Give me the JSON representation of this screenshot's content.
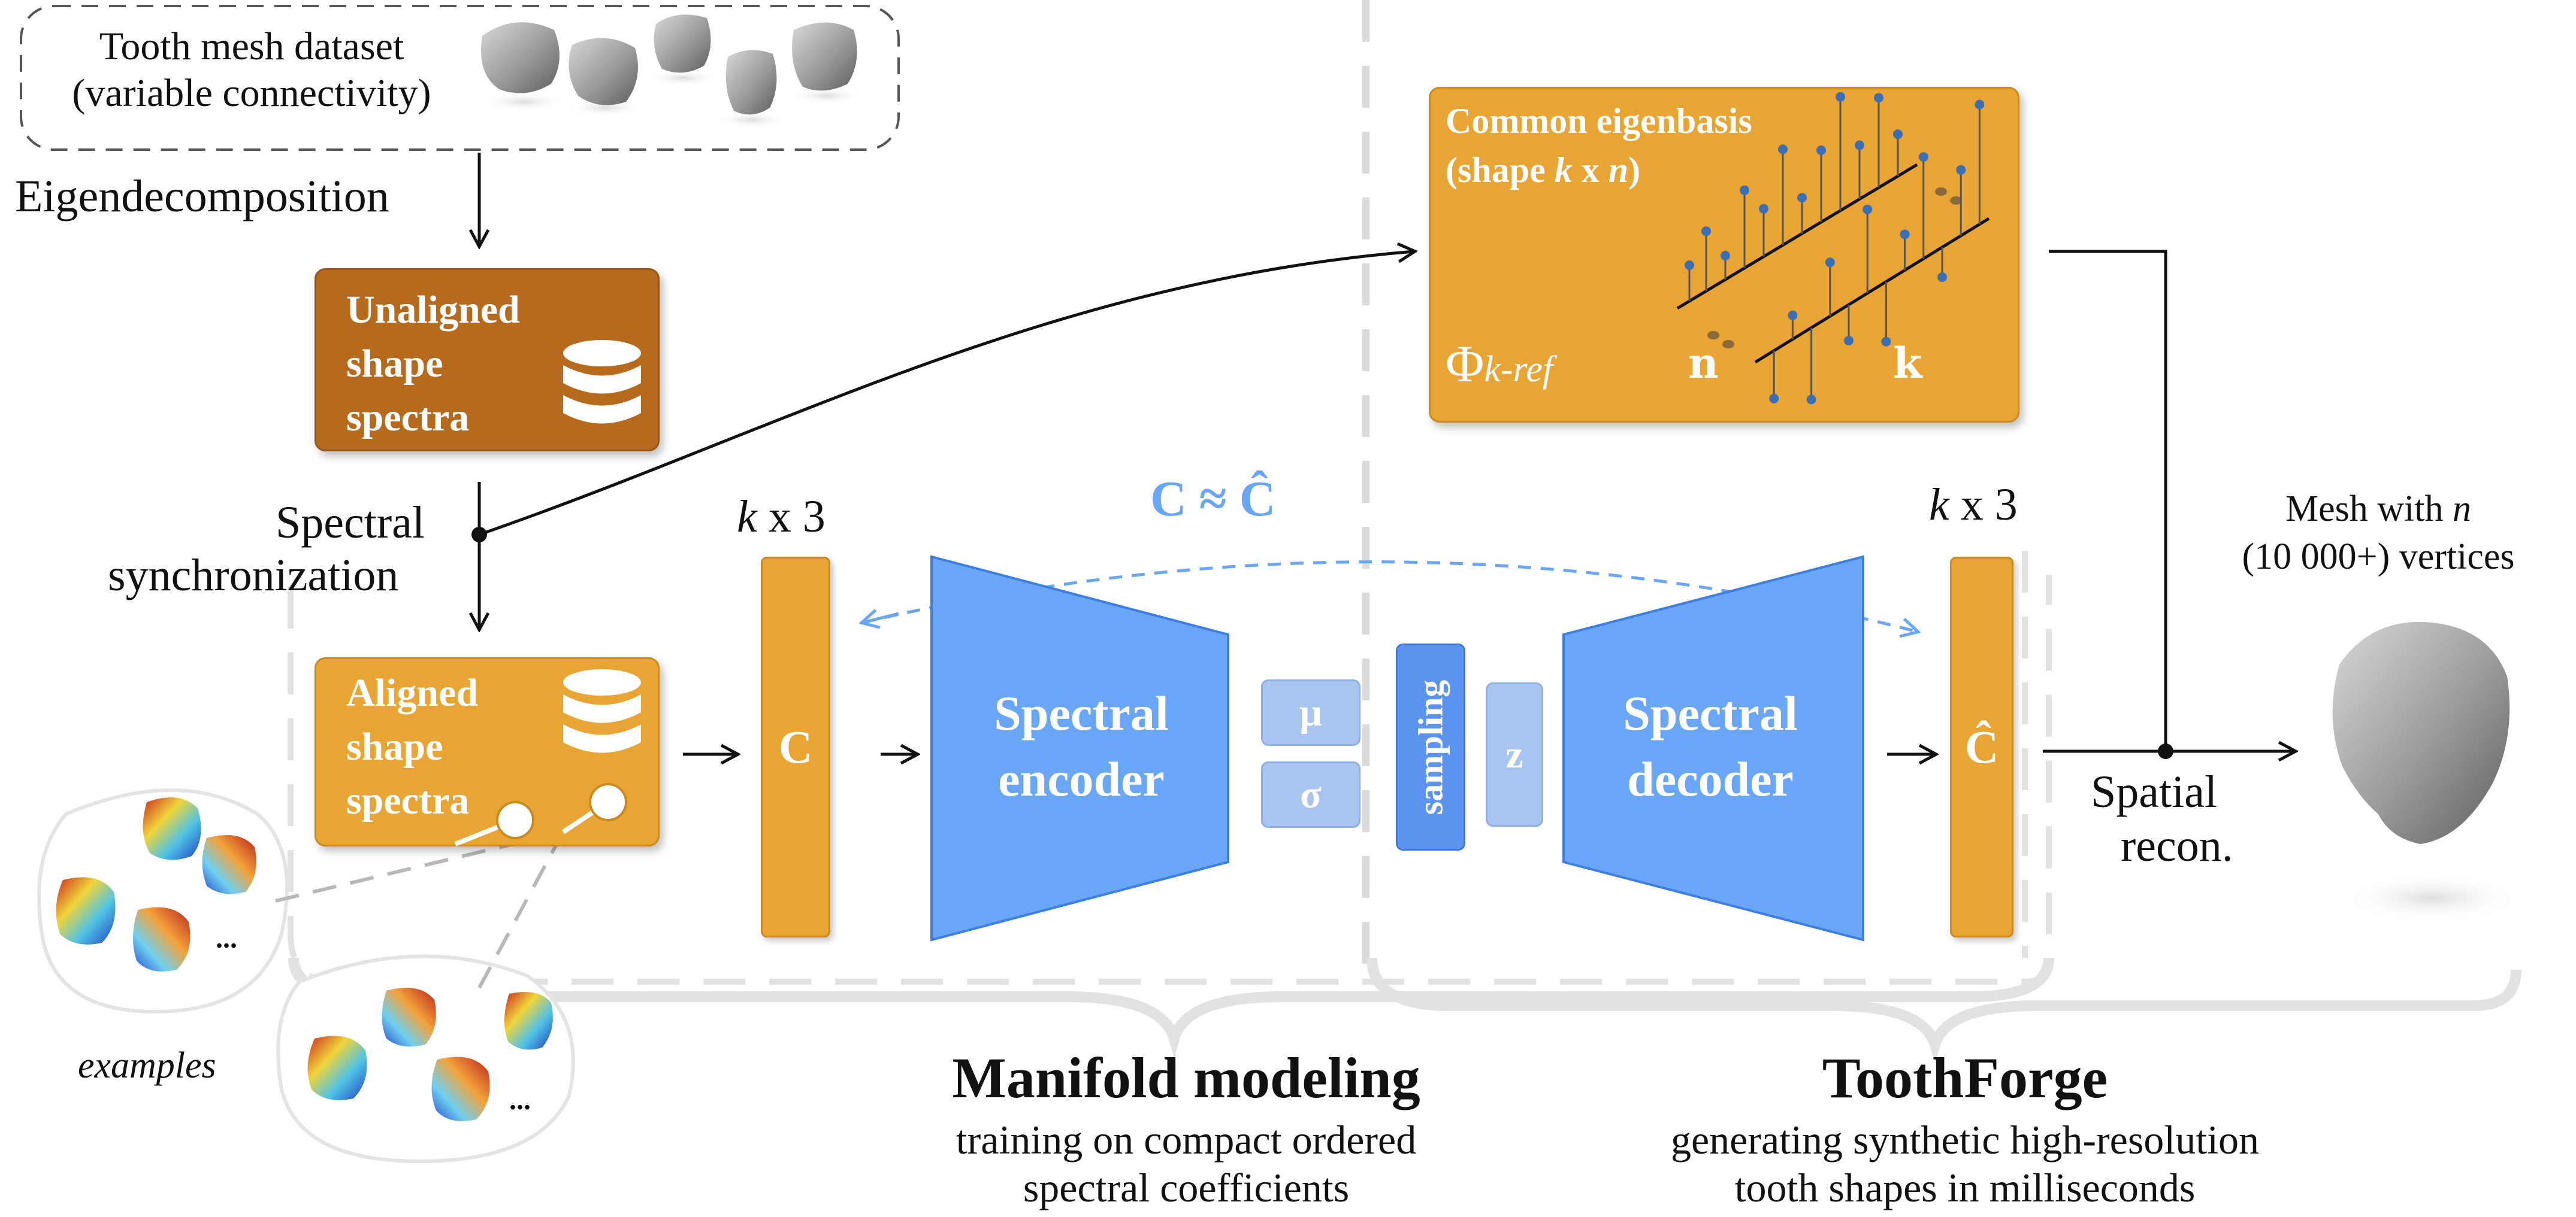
{
  "dataset": {
    "line1": "Tooth mesh dataset",
    "line2": "(variable connectivity)"
  },
  "steps": {
    "eigendecomposition": "Eigendecomposition",
    "spectral_sync_line1": "Spectral",
    "spectral_sync_line2": "synchronization",
    "spatial_recon_line1": "Spatial",
    "spatial_recon_line2": "recon."
  },
  "unaligned": {
    "line1": "Unaligned",
    "line2": "shape",
    "line3": "spectra"
  },
  "aligned": {
    "line1": "Aligned",
    "line2": "shape",
    "line3": "spectra"
  },
  "eigenbasis": {
    "title_line1": "Common eigenbasis",
    "title_line2_pre": "(shape ",
    "title_k": "k",
    "title_x": " x ",
    "title_n": "n",
    "title_close": ")",
    "phi": "Φ",
    "phi_sub": "k-ref",
    "axis_n": "n",
    "axis_k": "k"
  },
  "coeff": {
    "k_left": "k",
    "x3_left": " x 3",
    "k_right": "k",
    "x3_right": " x 3",
    "c_label": "C",
    "c_hat_label": "Ĉ",
    "approx_label": "C ≈ Ĉ"
  },
  "encoder": {
    "line1": "Spectral",
    "line2": "encoder"
  },
  "decoder": {
    "line1": "Spectral",
    "line2": "decoder"
  },
  "latent": {
    "mu": "μ",
    "sigma": "σ",
    "sampling": "sampling",
    "z": "z"
  },
  "output": {
    "line1_pre": "Mesh with ",
    "line1_n": "n",
    "line2": "(10 000+) vertices"
  },
  "examples_label": "examples",
  "ellipsis": "...",
  "brackets": {
    "manifold_title": "Manifold modeling",
    "manifold_sub1": "training on compact ordered",
    "manifold_sub2": "spectral coefficients",
    "toothforge_title": "ToothForge",
    "toothforge_sub1": "generating synthetic high-resolution",
    "toothforge_sub2": "tooth shapes in milliseconds"
  },
  "colors": {
    "orange": "#e9a534",
    "brown": "#b56a1e",
    "blue": "#6aa6f8",
    "light_blue": "#a9c4ee",
    "dash_gray": "#d9d9d9"
  }
}
